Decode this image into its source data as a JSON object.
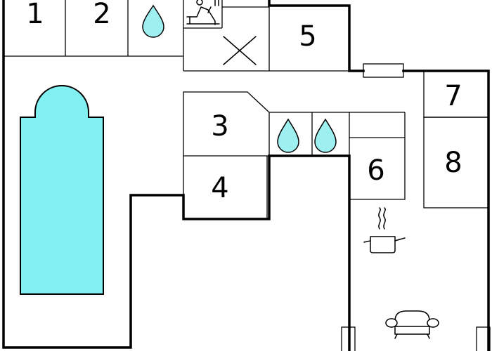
{
  "rooms": {
    "r1": "1",
    "r2": "2",
    "r3": "3",
    "r4": "4",
    "r5": "5",
    "r6": "6",
    "r7": "7",
    "r8": "8"
  },
  "icons": {
    "water_drop": "water-drop-icon",
    "sauna": "sauna-icon",
    "stair_void": "x-mark-icon",
    "cooking_pot": "cooking-pot-icon",
    "armchair": "armchair-icon",
    "door": "door-icon"
  },
  "colors": {
    "pool_fill": "#80f0f0",
    "water_drop_fill": "#9ef0f0",
    "wall": "#000000",
    "background": "#ffffff"
  }
}
